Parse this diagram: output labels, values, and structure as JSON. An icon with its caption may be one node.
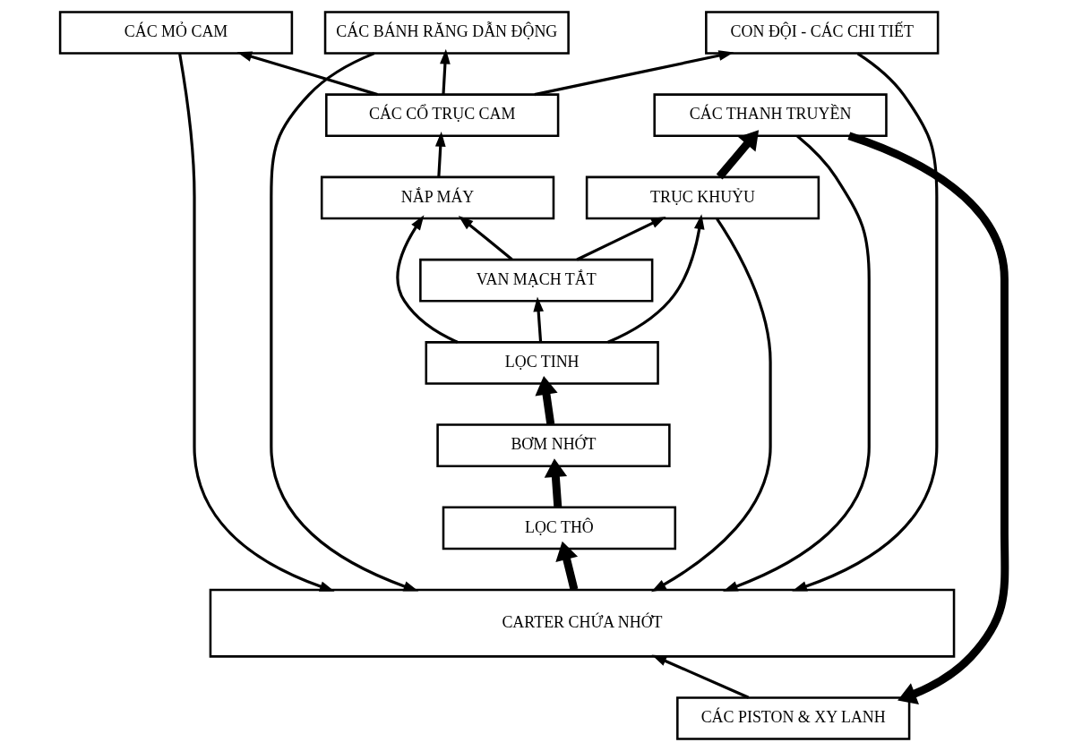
{
  "diagram": {
    "nodes": [
      {
        "text": [
          "CÁC PISTON & XY LANH"
        ]
      },
      {
        "text": [
          "CÁC BÁNH RĂNG DẪN ĐỘNG"
        ]
      },
      {
        "text": [
          "CÁC THANH TRUYỀN"
        ]
      },
      {
        "text": [
          "CON ĐỘI - CÁC CHI TIẾT"
        ]
      },
      {
        "text": [
          "CÁC MỎ CAM"
        ]
      },
      {
        "text": [
          "TRỤC KHUỶU"
        ]
      },
      {
        "text": [
          "CÁC CỔ TRỤC CAM"
        ]
      },
      {
        "text": [
          "NẮP MÁY"
        ]
      },
      {
        "text": [
          "LỌC TINH"
        ]
      },
      {
        "text": [
          "VAN MẠCH TẮT"
        ]
      },
      {
        "text": [
          "BƠM NHỚT"
        ]
      },
      {
        "text": [
          "LỌC THÔ"
        ]
      },
      {
        "text": [
          "CARTER CHỨA NHỚT"
        ]
      }
    ],
    "edges": [
      {
        "from": 12,
        "to": 11,
        "arrow": "to",
        "style": "thick"
      },
      {
        "from": 11,
        "to": 10,
        "arrow": "to",
        "style": "thick"
      },
      {
        "from": 10,
        "to": 8,
        "arrow": "to",
        "style": "thick"
      },
      {
        "from": 8,
        "to": 9,
        "arrow": "to"
      },
      {
        "from": 8,
        "to": 5,
        "arrow": "to"
      },
      {
        "from": 8,
        "to": 7,
        "arrow": "to"
      },
      {
        "from": 9,
        "to": 5,
        "arrow": "to"
      },
      {
        "from": 9,
        "to": 7,
        "arrow": "to"
      },
      {
        "from": 7,
        "to": 6,
        "arrow": "to"
      },
      {
        "from": 6,
        "to": 1,
        "arrow": "to"
      },
      {
        "from": 6,
        "to": 3,
        "arrow": "to"
      },
      {
        "from": 6,
        "to": 4,
        "arrow": "to"
      },
      {
        "from": 5,
        "to": 2,
        "arrow": "to",
        "style": "thick"
      },
      {
        "from": 2,
        "to": 0,
        "arrow": "to",
        "style": "thick"
      },
      {
        "from": 0,
        "to": 12,
        "arrow": "to"
      },
      {
        "from": 2,
        "to": 12,
        "arrow": "to"
      },
      {
        "from": 5,
        "to": 12,
        "arrow": "to"
      },
      {
        "from": 1,
        "to": 12,
        "arrow": "to"
      },
      {
        "from": 3,
        "to": 12,
        "arrow": "to"
      },
      {
        "from": 4,
        "to": 12,
        "arrow": "to"
      }
    ]
  }
}
